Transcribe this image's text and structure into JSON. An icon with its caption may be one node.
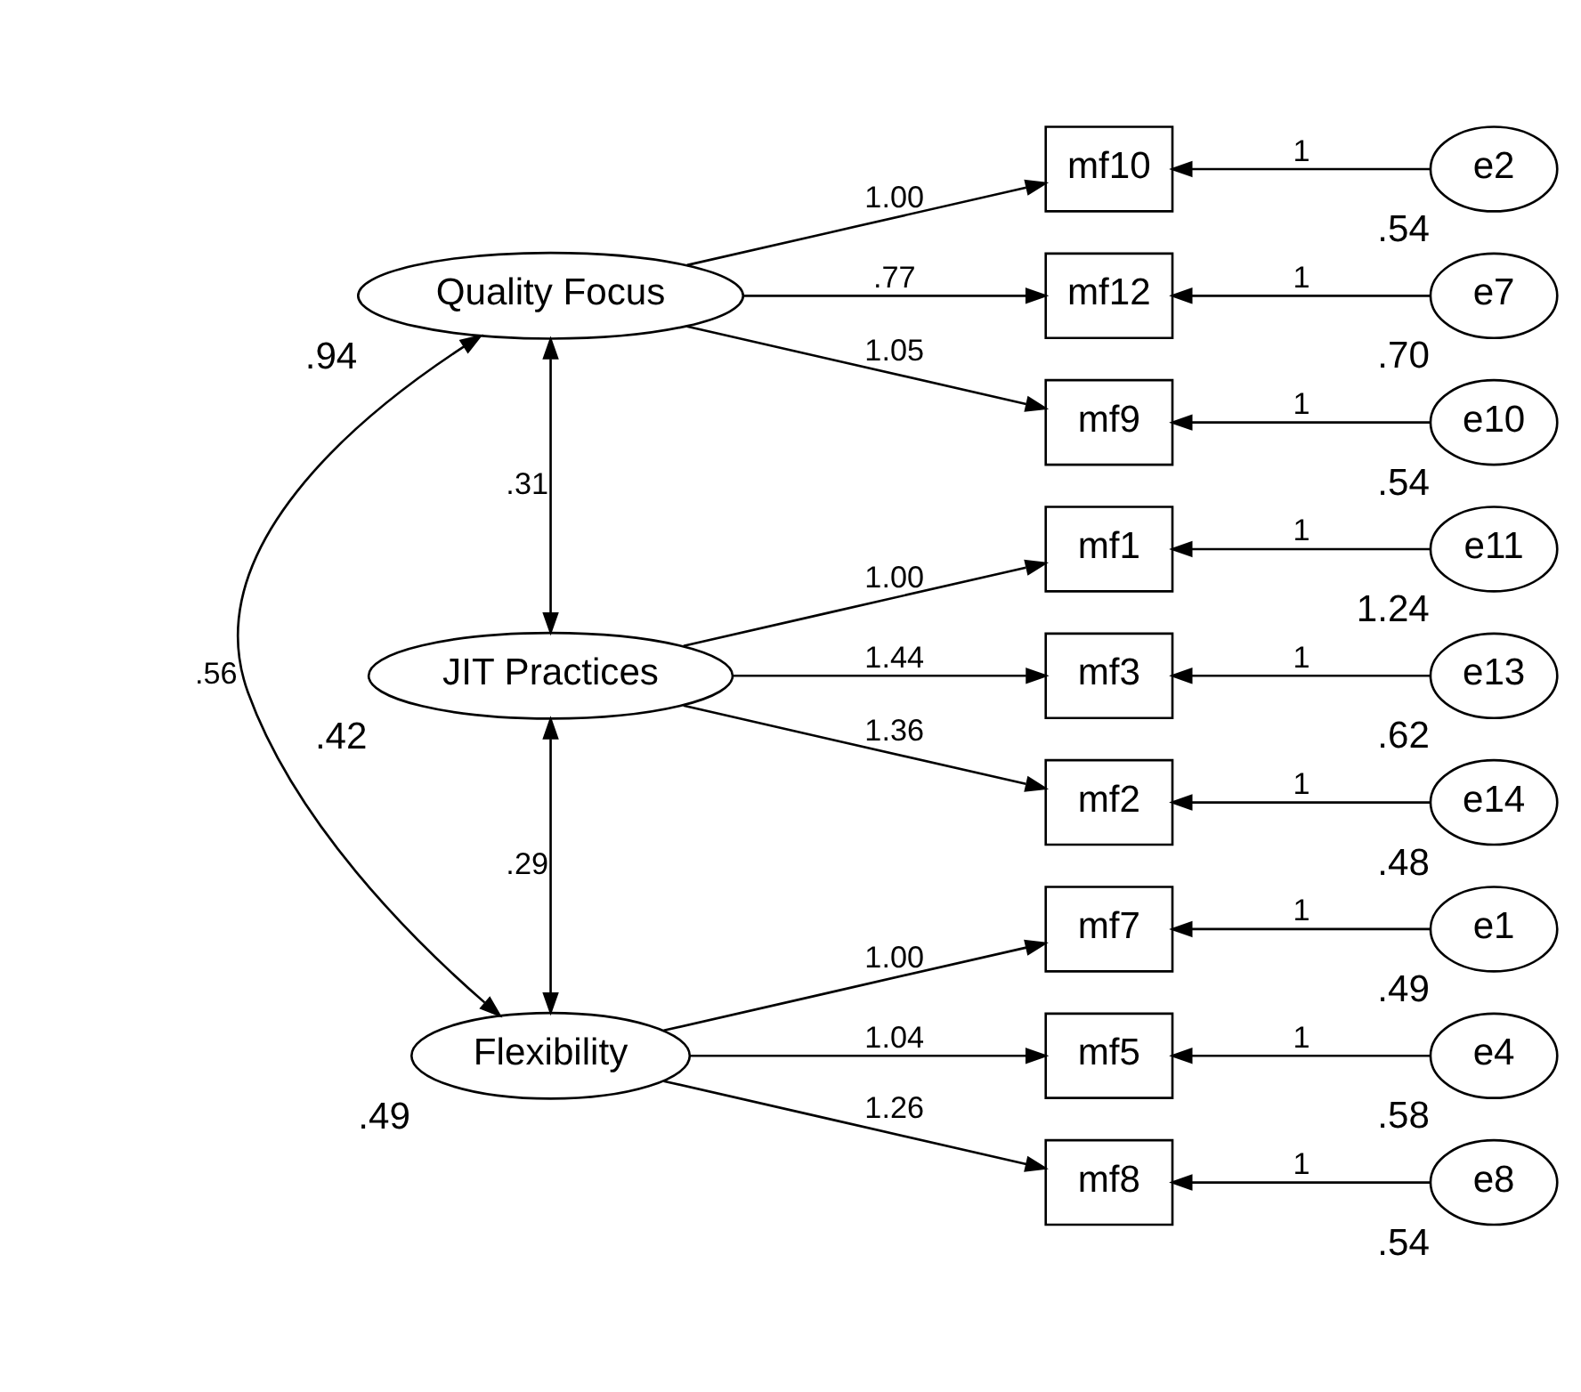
{
  "diagram": {
    "nodes": [
      {
        "text": [
          "Quality Focus"
        ],
        "beside": [
          ".94"
        ]
      },
      {
        "text": [
          "JIT Practices"
        ],
        "beside": [
          ".42"
        ]
      },
      {
        "text": [
          "Flexibility"
        ],
        "beside": [
          ".49"
        ]
      },
      {
        "text": [
          "mf10"
        ]
      },
      {
        "text": [
          "mf12"
        ]
      },
      {
        "text": [
          "mf9"
        ]
      },
      {
        "text": [
          "mf1"
        ]
      },
      {
        "text": [
          "mf3"
        ]
      },
      {
        "text": [
          "mf2"
        ]
      },
      {
        "text": [
          "mf7"
        ]
      },
      {
        "text": [
          "mf5"
        ]
      },
      {
        "text": [
          "mf8"
        ]
      },
      {
        "text": [
          "e2"
        ],
        "beside": [
          ".54"
        ]
      },
      {
        "text": [
          "e7"
        ],
        "beside": [
          ".70"
        ]
      },
      {
        "text": [
          "e10"
        ],
        "beside": [
          ".54"
        ]
      },
      {
        "text": [
          "e11"
        ],
        "beside": [
          "1.24"
        ]
      },
      {
        "text": [
          "e13"
        ],
        "beside": [
          ".62"
        ]
      },
      {
        "text": [
          "e14"
        ],
        "beside": [
          ".48"
        ]
      },
      {
        "text": [
          "e1"
        ],
        "beside": [
          ".49"
        ]
      },
      {
        "text": [
          "e4"
        ],
        "beside": [
          ".58"
        ]
      },
      {
        "text": [
          "e8"
        ],
        "beside": [
          ".54"
        ]
      }
    ],
    "edges": [
      {
        "from": 0,
        "to": 3,
        "arrow": "to",
        "label": "1.00"
      },
      {
        "from": 0,
        "to": 4,
        "arrow": "to",
        "label": ".77"
      },
      {
        "from": 0,
        "to": 5,
        "arrow": "to",
        "label": "1.05"
      },
      {
        "from": 1,
        "to": 6,
        "arrow": "to",
        "label": "1.00"
      },
      {
        "from": 1,
        "to": 7,
        "arrow": "to",
        "label": "1.44"
      },
      {
        "from": 1,
        "to": 8,
        "arrow": "to",
        "label": "1.36"
      },
      {
        "from": 2,
        "to": 9,
        "arrow": "to",
        "label": "1.00"
      },
      {
        "from": 2,
        "to": 10,
        "arrow": "to",
        "label": "1.04"
      },
      {
        "from": 2,
        "to": 11,
        "arrow": "to",
        "label": "1.26"
      },
      {
        "from": 12,
        "to": 3,
        "arrow": "to",
        "label": "1"
      },
      {
        "from": 13,
        "to": 4,
        "arrow": "to",
        "label": "1"
      },
      {
        "from": 14,
        "to": 5,
        "arrow": "to",
        "label": "1"
      },
      {
        "from": 15,
        "to": 6,
        "arrow": "to",
        "label": "1"
      },
      {
        "from": 16,
        "to": 7,
        "arrow": "to",
        "label": "1"
      },
      {
        "from": 17,
        "to": 8,
        "arrow": "to",
        "label": "1"
      },
      {
        "from": 18,
        "to": 9,
        "arrow": "to",
        "label": "1"
      },
      {
        "from": 19,
        "to": 10,
        "arrow": "to",
        "label": "1"
      },
      {
        "from": 20,
        "to": 11,
        "arrow": "to",
        "label": "1"
      },
      {
        "from": 0,
        "to": 1,
        "arrow": "both",
        "label": ".31"
      },
      {
        "from": 1,
        "to": 2,
        "arrow": "both",
        "label": ".29"
      },
      {
        "from": 0,
        "to": 2,
        "arrow": "both",
        "label": ".56"
      }
    ]
  }
}
